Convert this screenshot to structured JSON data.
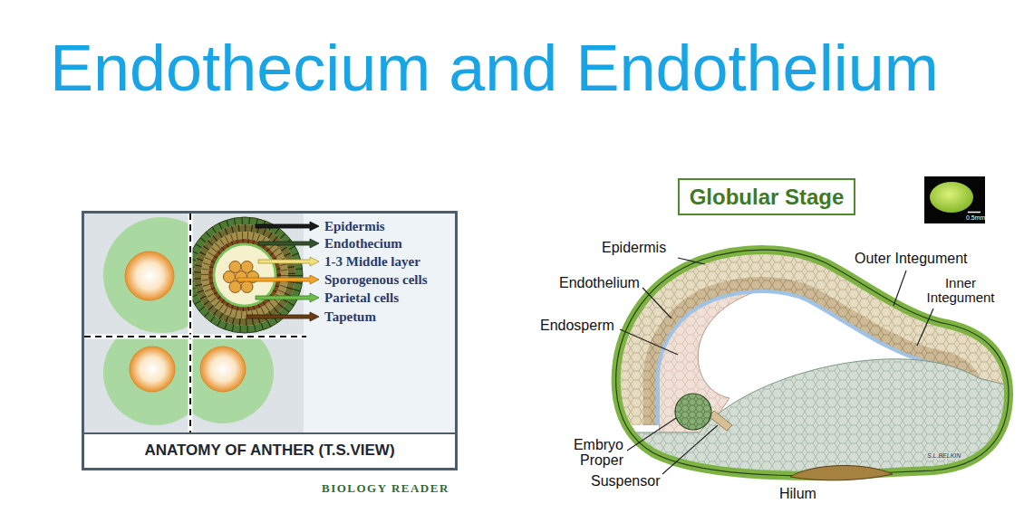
{
  "diagram": {
    "title": "Endothecium and Endothelium",
    "nodes": [
      {
        "text": [
          "ANATOMY OF ANTHER (T.S.VIEW)"
        ]
      },
      {
        "text": [
          "Globular Stage"
        ]
      }
    ],
    "labels": [
      "Epidermis",
      "Endothecium",
      "1-3 Middle layer",
      "Sporogenous cells",
      "Parietal cells",
      "Tapetum",
      "BIOLOGY READER",
      "0.5mm",
      "Epidermis",
      "Outer Integument",
      "Inner Integument",
      "Endothelium",
      "Endosperm",
      "Embryo Proper",
      "Suspensor",
      "Hilum",
      "S.L.BELKIN"
    ]
  }
}
